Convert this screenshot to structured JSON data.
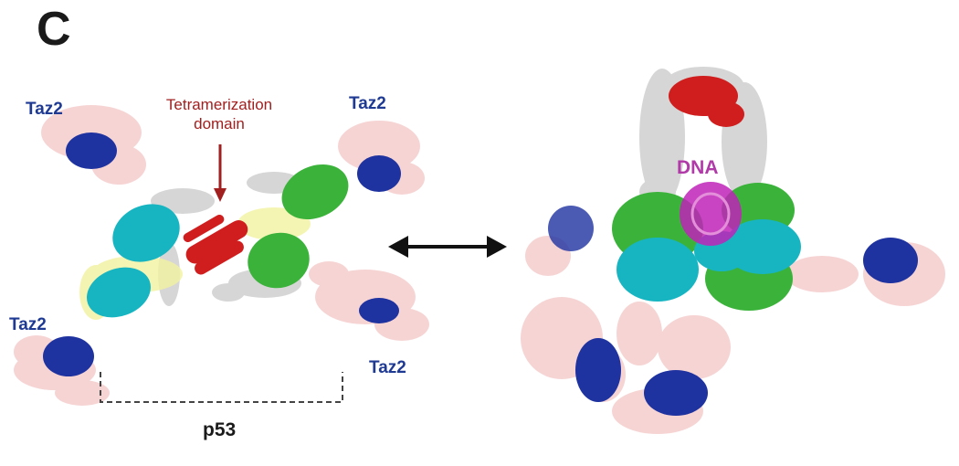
{
  "panel_letter": "C",
  "labels": {
    "taz2_top_left": "Taz2",
    "taz2_top_right": "Taz2",
    "taz2_bottom_left": "Taz2",
    "taz2_bottom_right": "Taz2",
    "tetramerization_line1": "Tetramerization",
    "tetramerization_line2": "domain",
    "p53": "p53",
    "dna": "DNA"
  },
  "colors": {
    "taz2_label": "#1f3a93",
    "tetramerization_label": "#a11f1f",
    "dna_label": "#b03aa8",
    "taz2_domain": "#1e32a0",
    "dna_binding_domain_a": "#17b5c2",
    "dna_binding_domain_b": "#3bb33b",
    "tetramerization_domain": "#d01e1e",
    "dna_helix": "#c023b8",
    "disordered_region": "#f3c6c6",
    "linker_region": "#cfcfcf",
    "highlight_region": "#f2f2a0",
    "arrow": "#111111"
  }
}
